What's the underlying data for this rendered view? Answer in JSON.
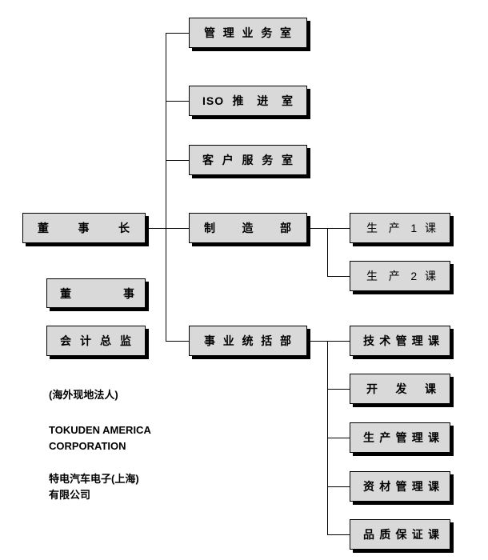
{
  "boxes": {
    "chairman": "董 事 长",
    "director": "董 事",
    "auditor": "会 计 总 监",
    "mgmt_office": "管 理 业 务 室",
    "iso_office": "ISO 推 进 室",
    "customer_office": "客 户 服 务 室",
    "manufacturing": "制 造 部",
    "business_dept": "事 业 统 括 部",
    "prod1": "生 产 1 课",
    "prod2": "生 产 2 课",
    "tech": "技 术 管 理 课",
    "dev": "开 发 课",
    "prod_mgmt": "生 产 管 理 课",
    "materials": "资 材 管 理 课",
    "quality": "品 质 保 证 课"
  },
  "notes": {
    "overseas_header": "(海外现地法人)",
    "company_en_line1": "TOKUDEN AMERICA",
    "company_en_line2": "CORPORATION",
    "company_cn_line1": "特电汽车电子(上海)",
    "company_cn_line2": "有限公司"
  },
  "colors": {
    "box_fill": "#d9d9d9",
    "line": "#000000"
  }
}
